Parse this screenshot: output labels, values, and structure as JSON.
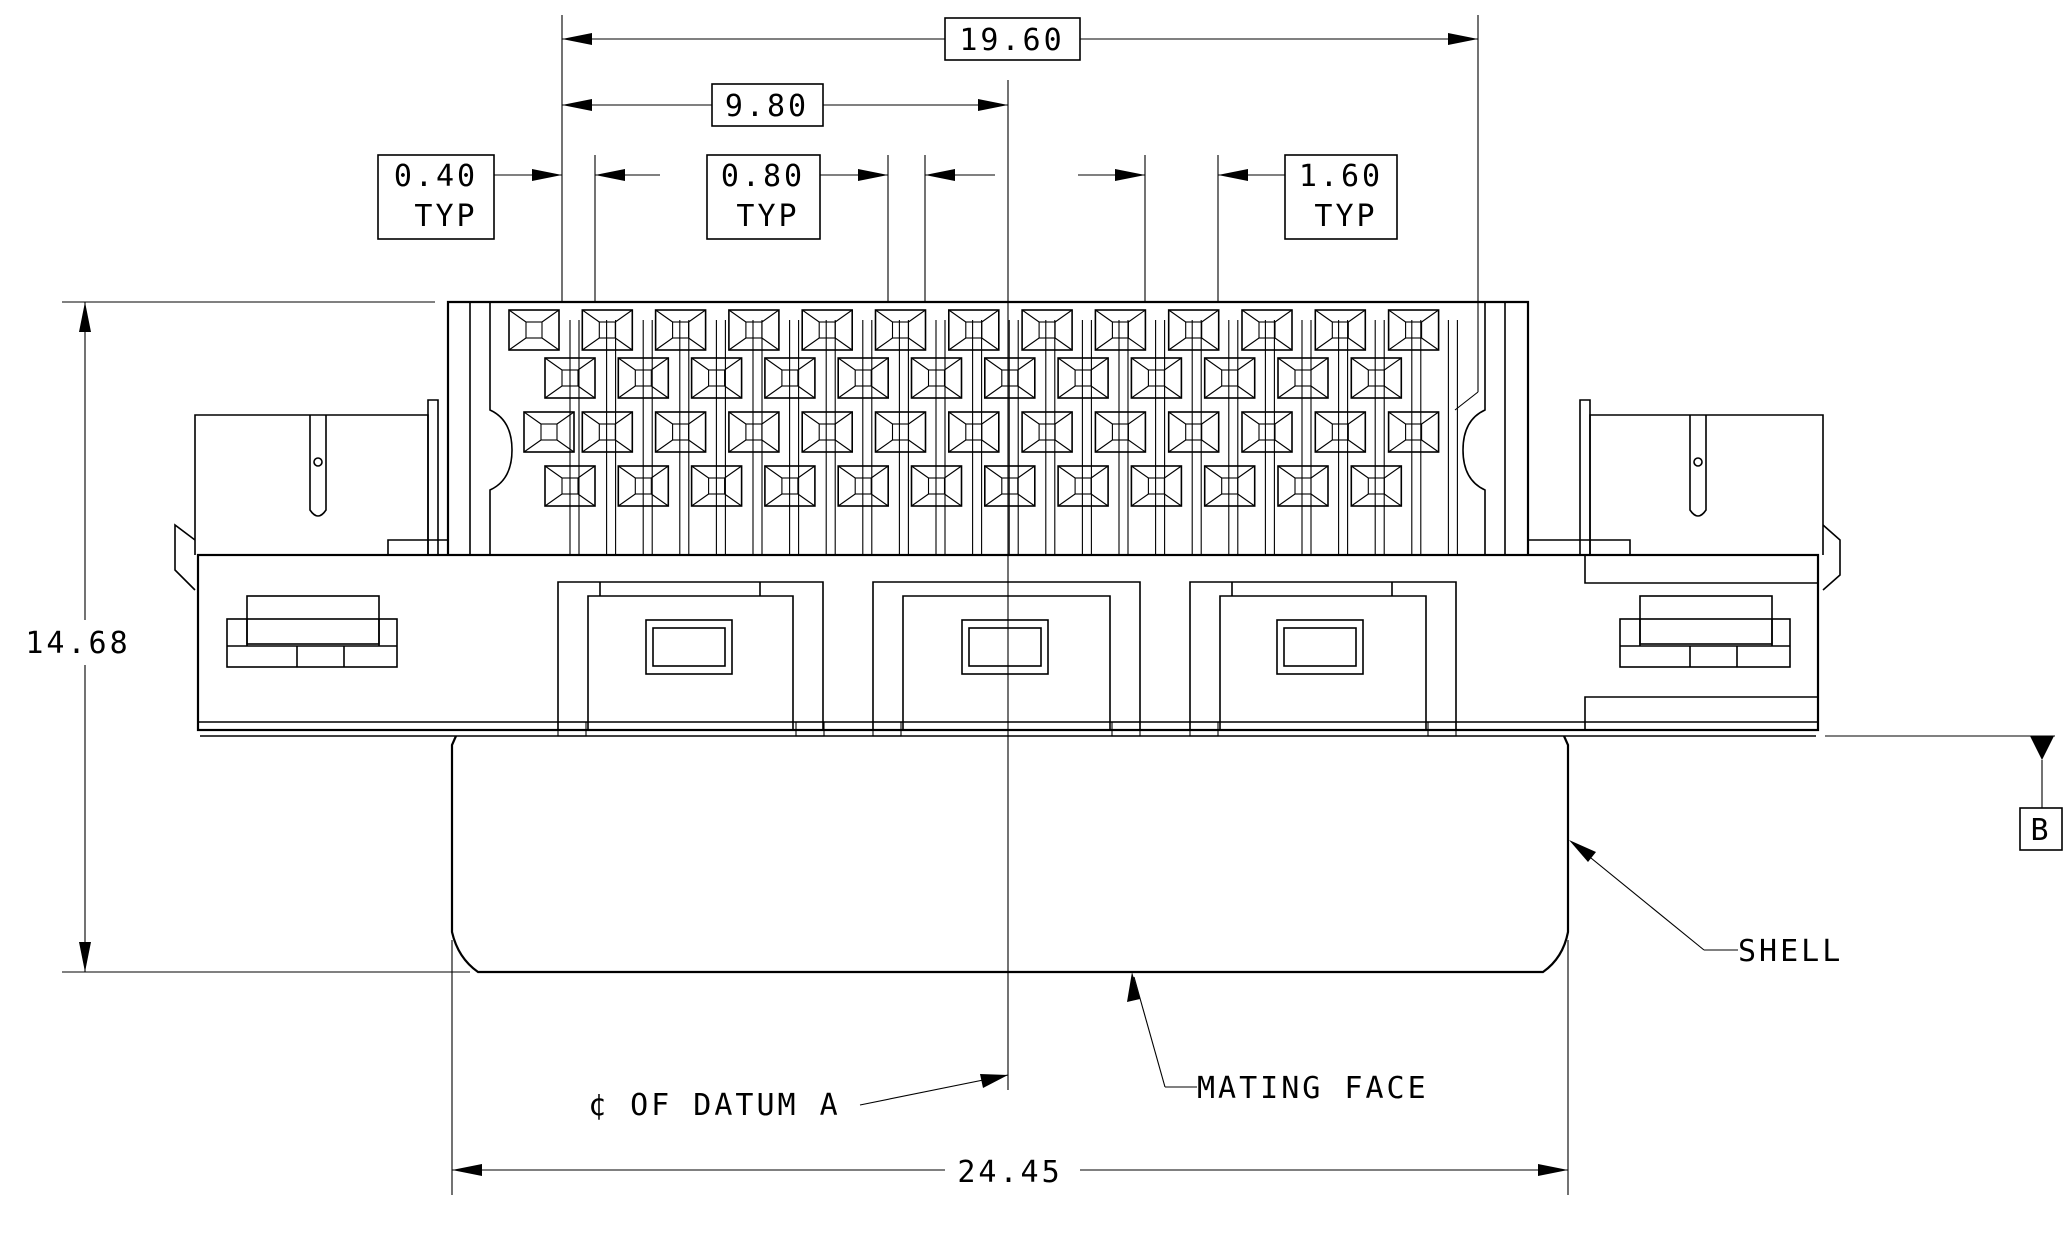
{
  "dimensions": {
    "overall_pitch": "19.60",
    "half_pitch": "9.80",
    "offset_typ": {
      "value": "0.40",
      "suffix": "TYP"
    },
    "pitch_typ": {
      "value": "0.80",
      "suffix": "TYP"
    },
    "row_pitch_typ": {
      "value": "1.60",
      "suffix": "TYP"
    },
    "height": "14.68",
    "width": "24.45"
  },
  "datums": {
    "b": "B"
  },
  "callouts": {
    "shell": "SHELL",
    "mating_face": "MATING FACE",
    "datum_a": "¢  OF DATUM A"
  }
}
